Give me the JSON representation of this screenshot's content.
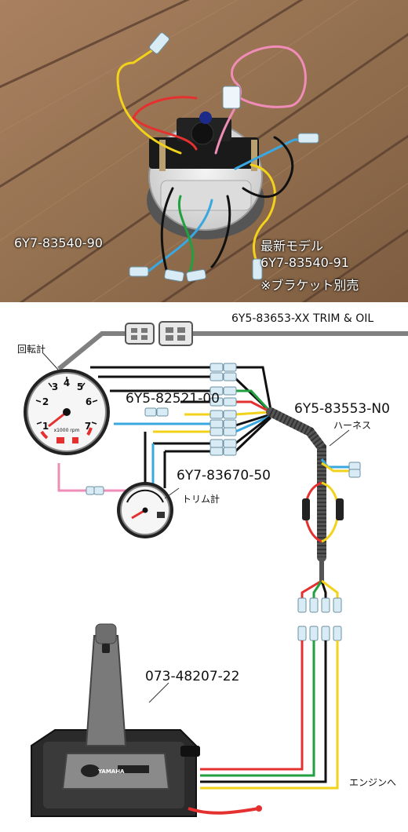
{
  "photo": {
    "part_left": "6Y7-83540-90",
    "new_model_label": "最新モデル",
    "part_right": "6Y7-83540-91",
    "bracket_note": "※ブラケット別売"
  },
  "diagram": {
    "trim_oil_label": "6Y5-83653-XX TRIM & OIL",
    "tachometer_label": "回転計",
    "tacho_harness_part": "6Y5-82521-00",
    "harness_part": "6Y5-83553-N0",
    "harness_label": "ハーネス",
    "trim_gauge_part": "6Y7-83670-50",
    "trim_gauge_label": "トリム計",
    "remote_control_part": "073-48207-22",
    "to_engine_label": "エンジンへ",
    "tacho_face": {
      "numbers": [
        "1",
        "2",
        "3",
        "4",
        "5",
        "6",
        "7"
      ],
      "unit": "x1000 rpm"
    },
    "remote_brand": "YAMAHA"
  },
  "colors": {
    "wire_red": "#e53030",
    "wire_green": "#22a040",
    "wire_yellow": "#f2d21a",
    "wire_blue": "#3aa8e0",
    "wire_black": "#111111",
    "wire_pink": "#f08cb8",
    "cable_gray": "#808080",
    "wood": "#9c7552"
  }
}
